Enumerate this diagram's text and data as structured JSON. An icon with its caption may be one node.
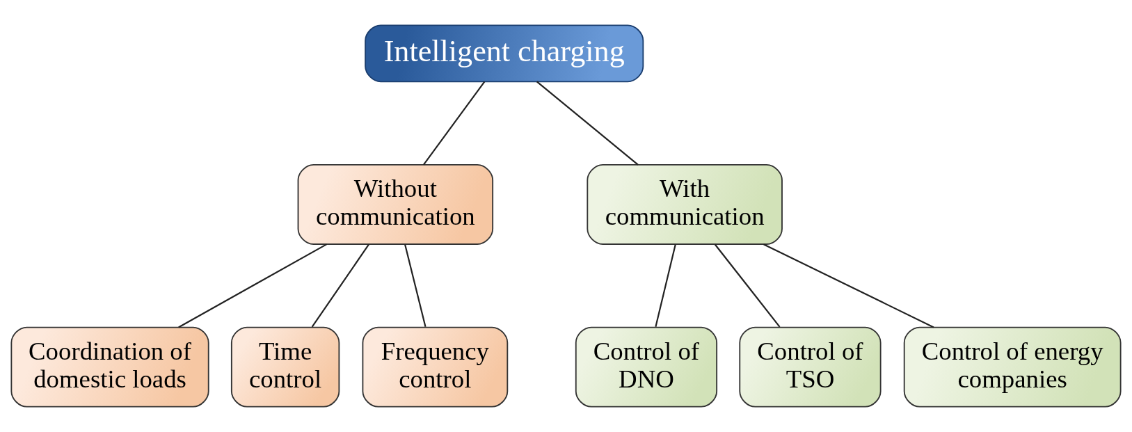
{
  "diagram": {
    "nodes": [
      {
        "text": [
          "Intelligent charging"
        ]
      },
      {
        "text": [
          "Without communication"
        ]
      },
      {
        "text": [
          "With communication"
        ]
      },
      {
        "text": [
          "Coordination of domestic loads"
        ]
      },
      {
        "text": [
          "Time control"
        ]
      },
      {
        "text": [
          "Frequency control"
        ]
      },
      {
        "text": [
          "Control of DNO"
        ]
      },
      {
        "text": [
          "Control of TSO"
        ]
      },
      {
        "text": [
          "Control of energy companies"
        ]
      }
    ],
    "edges": [
      {
        "from": 0,
        "to": 1,
        "arrow": "none"
      },
      {
        "from": 0,
        "to": 2,
        "arrow": "none"
      },
      {
        "from": 1,
        "to": 3,
        "arrow": "none"
      },
      {
        "from": 1,
        "to": 4,
        "arrow": "none"
      },
      {
        "from": 1,
        "to": 5,
        "arrow": "none"
      },
      {
        "from": 2,
        "to": 6,
        "arrow": "none"
      },
      {
        "from": 2,
        "to": 7,
        "arrow": "none"
      },
      {
        "from": 2,
        "to": 8,
        "arrow": "none"
      }
    ]
  }
}
